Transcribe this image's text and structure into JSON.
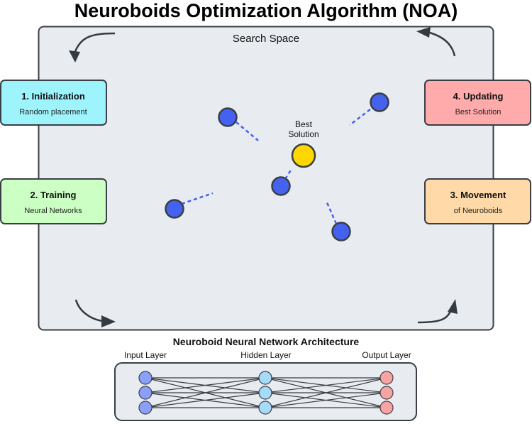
{
  "title": "Neuroboids Optimization Algorithm (NOA)",
  "search_space": {
    "label": "Search Space",
    "background": "#e8ebef",
    "best_solution": {
      "label_line1": "Best",
      "label_line2": "Solution",
      "color": "#ffd700"
    },
    "neuroboid_color": "#4461f0",
    "neuroboid_count": 5
  },
  "steps": [
    {
      "id": "initialization",
      "title": "1. Initialization",
      "subtitle": "Random placement",
      "color": "#9ef4fd"
    },
    {
      "id": "training",
      "title": "2. Training",
      "subtitle": "Neural Networks",
      "color": "#ccffc4"
    },
    {
      "id": "movement",
      "title": "3. Movement",
      "subtitle": "of Neuroboids",
      "color": "#ffd9a8"
    },
    {
      "id": "updating",
      "title": "4. Updating",
      "subtitle": "Best Solution",
      "color": "#ffabab"
    }
  ],
  "network": {
    "title": "Neuroboid Neural Network Architecture",
    "layers": [
      {
        "label": "Input Layer",
        "nodes": 3,
        "color": "#8aa0f8"
      },
      {
        "label": "Hidden Layer",
        "nodes": 3,
        "color": "#a6daf9"
      },
      {
        "label": "Output Layer",
        "nodes": 3,
        "color": "#f9a3a3"
      }
    ]
  }
}
